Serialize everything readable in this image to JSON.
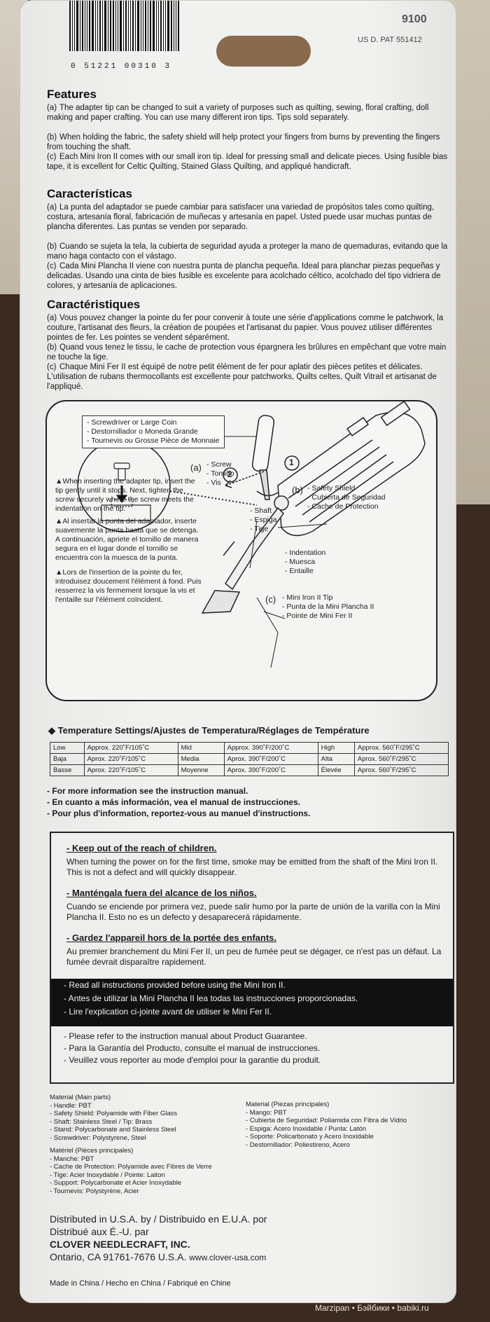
{
  "header": {
    "barcode_digits": "0  51221 00310  3",
    "model": "9100",
    "patent": "US D. PAT 551412"
  },
  "features": {
    "title": "Features",
    "items": [
      {
        "mark": "(a)",
        "text": "The adapter tip can be changed to suit a variety of purposes such as quilting, sewing, floral crafting, doll making and paper crafting. You can use many different iron tips. Tips sold separately."
      },
      {
        "mark": "(b)",
        "text": "When holding the fabric, the safety shield will help protect your fingers from burns by preventing the fingers from touching the shaft."
      },
      {
        "mark": "(c)",
        "text": "Each Mini Iron II comes with our small iron tip. Ideal for pressing small and delicate pieces. Using fusible bias tape, it is excellent for Celtic Quilting, Stained Glass Quilting, and appliqué handicraft."
      }
    ]
  },
  "caracteristicas": {
    "title": "Características",
    "items": [
      {
        "mark": "(a)",
        "text": "La punta del adaptador se puede cambiar para satisfacer una variedad de propósitos tales como quilting, costura, artesanía floral, fabricación de muñecas y artesanía en papel. Usted puede usar muchas puntas de plancha diferentes. Las puntas se venden por separado."
      },
      {
        "mark": "(b)",
        "text": "Cuando se sujeta la tela, la cubierta de seguridad ayuda a proteger la mano de quemaduras, evitando que la mano haga contacto con el vástago."
      },
      {
        "mark": "(c)",
        "text": "Cada Mini Plancha II viene con nuestra punta de plancha pequeña. Ideal para planchar piezas pequeñas y delicadas. Usando una cinta de bies fusible es excelente para acolchado céltico, acolchado del tipo vidriera de colores, y artesanía de aplicaciones."
      }
    ]
  },
  "caracteristiques": {
    "title": "Caractéristiques",
    "items": [
      {
        "mark": "(a)",
        "text": "Vous pouvez changer la pointe du fer pour convenir à toute une série d'applications comme le patchwork, la couture, l'artisanat des fleurs, la création de poupées et l'artisanat du papier. Vous pouvez utiliser différentes pointes de fer. Les pointes se vendent séparément."
      },
      {
        "mark": "(b)",
        "text": "Quand vous tenez le tissu, le cache de protection vous épargnera les brûlures en empêchant que votre main ne touche la tige."
      },
      {
        "mark": "(c)",
        "text": "Chaque Mini Fer II est équipé de notre petit élément de fer pour aplatir des pièces petites et délicates. L'utilisation de rubans thermocollants est excellente pour patchworks, Quilts celtes, Quilt Vitrail et artisanat de l'appliqué."
      }
    ]
  },
  "diagram": {
    "tool_box": [
      "- Screwdriver or Large Coin",
      "- Destornillador o Moneda Grande",
      "- Tournevis ou Grosse Pièce de Monnaie"
    ],
    "screw_mark": "(a)",
    "screw": [
      "- Screw",
      "- Tornillo",
      "- Vis"
    ],
    "step1": "1",
    "step2": "2",
    "shaft": [
      "- Shaft",
      "- Espiga",
      "- Tige"
    ],
    "shield_mark": "(b)",
    "shield": [
      "- Safety Shield",
      "- Cubierta de Seguridad",
      "- Cache de Protection"
    ],
    "indentation": [
      "- Indentation",
      "- Muesca",
      "- Entaille"
    ],
    "tip_mark": "(c)",
    "tip": [
      "- Mini Iron II Tip",
      "- Punta de la Mini Plancha II",
      "- Pointe de Mini Fer II"
    ],
    "instr_en": "▲When inserting the adapter tip, insert the tip gently until it stops. Next, tighten the screw securely where the screw meets the indentation on the tip.",
    "instr_es": "▲Al insertar la punta del adaptador, inserte suavemente la punta hasta que se detenga. A continuación, apriete el tornillo de manera segura en el lugar donde el tornillo se encuentra con la muesca de la punta.",
    "instr_fr": "▲Lors de l'insertion de la pointe du fer, introduisez doucement l'élément à fond. Puis resserrez la vis fermement lorsque la vis et l'entaille sur l'élément coïncident."
  },
  "temperature": {
    "title": "◆ Temperature Settings/Ajustes de Temperatura/Réglages de Température",
    "rows": [
      [
        "Low",
        "Approx. 220˚F/105˚C",
        "Mid",
        "Approx. 390˚F/200˚C",
        "High",
        "Approx. 560˚F/295˚C"
      ],
      [
        "Baja",
        "Aprox. 220˚F/105˚C",
        "Media",
        "Aprox. 390˚F/200˚C",
        "Alta",
        "Aprox. 560˚F/295˚C"
      ],
      [
        "Basse",
        "Aprox. 220˚F/105˚C",
        "Moyenne",
        "Aprox. 390˚F/200˚C",
        "Élevée",
        "Aprox. 560˚F/295˚C"
      ]
    ]
  },
  "more_info": [
    "- For more information see the instruction manual.",
    "- En cuanto a más información, vea el manual de instrucciones.",
    "- Pour plus d'information, reportez-vous au manuel d'instructions."
  ],
  "warnings": {
    "en_title": "- Keep out of the reach of children.",
    "en_body": "When turning the power on for the first time, smoke may be emitted from the shaft of the Mini Iron II. This is not a defect and will quickly disappear.",
    "es_title": "- Manténgala fuera del alcance de los niños.",
    "es_body": "Cuando se enciende por primera vez, puede salir humo por la parte de unión de la varilla con la Mini Plancha II. Esto no es un defecto y desaparecerá rápidamente.",
    "fr_title": "- Gardez l'appareil hors de la portée des enfants.",
    "fr_body": "Au premier branchement du Mini Fer II, un peu de fumée peut se dégager, ce n'est pas un défaut. La fumée devrait disparaître rapidement.",
    "read_all": [
      "- Read all instructions provided before using the Mini Iron II.",
      "- Antes de utilizar la Mini Plancha II lea todas las instrucciones proporcionadas.",
      "- Lire l'explication ci-jointe avant de utiliser le Mini Fer II."
    ],
    "guarantee": [
      "- Please refer to the instruction manual about Product Guarantee.",
      "- Para la Garantía del Producto, consulte el manual de instrucciones.",
      "- Veuillez vous reporter au mode d'emploi pour la garantie du produit."
    ]
  },
  "materials": {
    "en": [
      "Material (Main parts)",
      "- Handle: PBT",
      "- Safety Shield: Polyamide with Fiber Glass",
      "- Shaft: Stainless Steel / Tip: Brass",
      "- Stand: Polycarbonate and Stainless Steel",
      "- Screwdriver: Polystyrene, Steel"
    ],
    "fr": [
      "Matériel (Pièces principales)",
      "- Manche: PBT",
      "- Cache de Protection: Polyamide avec Fibres de Verre",
      "- Tige: Acier Inoxydable / Pointe: Laiton",
      "- Support: Polycarbonate et Acier Inoxydable",
      "- Tournevis: Polystyrène, Acier"
    ],
    "es": [
      "Material (Piezas principales)",
      "- Mango: PBT",
      "- Cubierta de Seguridad: Poliamida con Fibra de Vidrio",
      "- Espiga: Acero Inoxidable / Punta: Latón",
      "- Soporte: Policarbonato y Acero Inoxidable",
      "- Destornillador: Poliestireno, Acero"
    ]
  },
  "distributor": {
    "line1": "Distributed in U.S.A. by / Distribuido en E.U.A. por",
    "line2": "Distribué aux É.-U. par",
    "company": "CLOVER NEEDLECRAFT, INC.",
    "address": "Ontario, CA 91761-7676 U.S.A.",
    "web": "www.clover-usa.com",
    "made_in": "Made in China / Hecho en China / Fabriqué en Chine"
  },
  "watermark": "Marzipan • Бэйбики • babiki.ru"
}
